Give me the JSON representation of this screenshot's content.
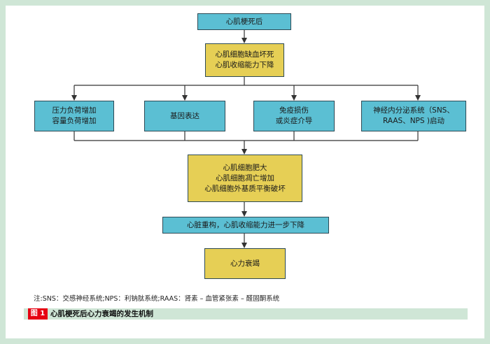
{
  "nodes": {
    "mi": "心肌梗死后",
    "injury": [
      "心肌细胞缺血坏死",
      "心肌收缩能力下降"
    ],
    "load": [
      "压力负荷增加",
      "容量负荷增加"
    ],
    "gene": "基因表达",
    "immune": [
      "免疫损伤",
      "或炎症介导"
    ],
    "neuro": [
      "神经内分泌系统（SNS、",
      "RAAS、NPS )启动"
    ],
    "cell": [
      "心肌细胞肥大",
      "心肌细胞凋亡增加",
      "心肌细胞外基质平衡破坏"
    ],
    "remodel": "心脏重构，心肌收缩能力进一步下降",
    "hf": "心力衰竭"
  },
  "note": "注:SNS：交感神经系统;NPS：利钠肽系统;RAAS：肾素 – 血管紧张素 – 醛固酮系统",
  "figure": {
    "badge": "图 1",
    "title": "心肌梗死后心力衰竭的发生机制"
  },
  "colors": {
    "cyan": "#5bbfd3",
    "gold": "#e6cf55",
    "accent": "#e60012",
    "frame": "#cfe6d6"
  }
}
